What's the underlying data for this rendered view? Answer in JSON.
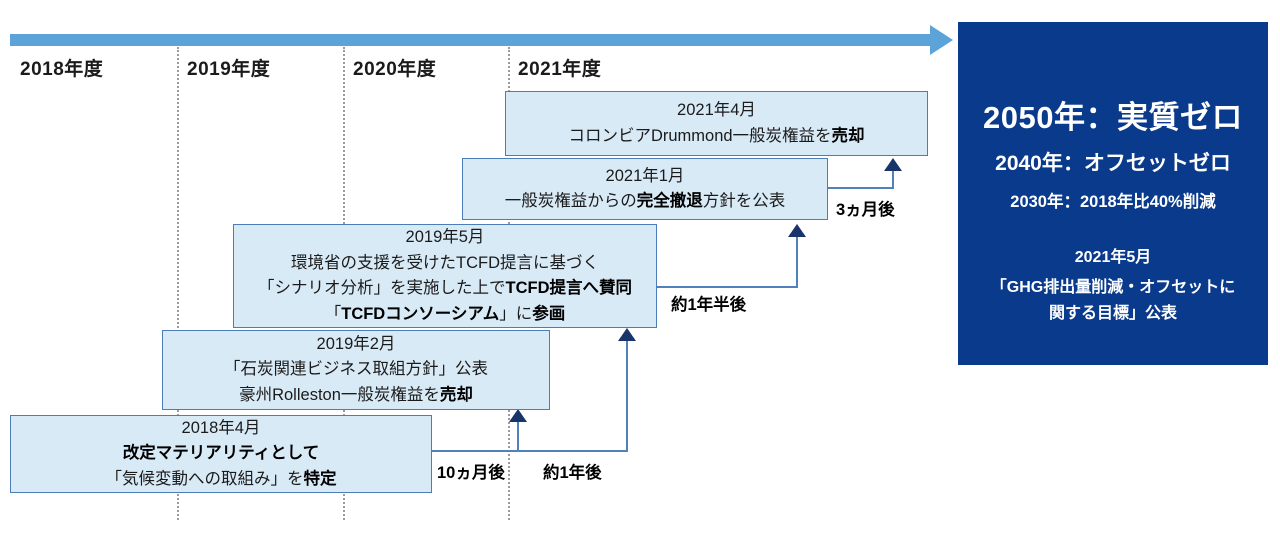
{
  "colors": {
    "axis_arrow": "#5ba3d9",
    "milestone_fill": "#d9eaf7",
    "milestone_border": "#4b7db8",
    "connector": "#4f81bd",
    "arrowhead": "#17356b",
    "goal_panel_bg": "#0a3a8c"
  },
  "timeline_axis": {
    "years": [
      "2018年度",
      "2019年度",
      "2020年度",
      "2021年度"
    ]
  },
  "milestones": [
    {
      "id": "2018-04",
      "lines": [
        [
          {
            "t": "2018年4月"
          }
        ],
        [
          {
            "t": "改定マテリアリティとして",
            "b": true
          }
        ],
        [
          {
            "t": "「気候変動への取組み」を"
          },
          {
            "t": "特定",
            "b": true
          }
        ]
      ]
    },
    {
      "id": "2019-02",
      "lines": [
        [
          {
            "t": "2019年2月"
          }
        ],
        [
          {
            "t": "「石炭関連ビジネス取組方針」公表"
          }
        ],
        [
          {
            "t": "豪州Rolleston一般炭権益を"
          },
          {
            "t": "売却",
            "b": true
          }
        ]
      ]
    },
    {
      "id": "2019-05",
      "lines": [
        [
          {
            "t": "2019年5月"
          }
        ],
        [
          {
            "t": "環境省の支援を受けたTCFD提言に基づく"
          }
        ],
        [
          {
            "t": "「シナリオ分析」を実施した上で"
          },
          {
            "t": "TCFD提言へ賛同",
            "b": true
          }
        ],
        [
          {
            "t": "「"
          },
          {
            "t": "TCFDコンソーシアム",
            "b": true
          },
          {
            "t": "」に"
          },
          {
            "t": "参画",
            "b": true
          }
        ]
      ]
    },
    {
      "id": "2021-01",
      "lines": [
        [
          {
            "t": "2021年1月"
          }
        ],
        [
          {
            "t": "一般炭権益からの"
          },
          {
            "t": "完全撤退",
            "b": true
          },
          {
            "t": "方針を公表"
          }
        ]
      ]
    },
    {
      "id": "2021-04",
      "lines": [
        [
          {
            "t": "2021年4月"
          }
        ],
        [
          {
            "t": "コロンビアDrummond一般炭権益を"
          },
          {
            "t": "売却",
            "b": true
          }
        ]
      ]
    }
  ],
  "durations": {
    "d1": "10ヵ月後",
    "d2": "約1年後",
    "d3": "約1年半後",
    "d4": "3ヵ月後"
  },
  "goal_panel": {
    "headline": "2050年：実質ゼロ",
    "sub1": "2040年：オフセットゼロ",
    "sub2": "2030年：2018年比40%削減",
    "announce_date": "2021年5月",
    "announce_line1": "「GHG排出量削減・オフセットに",
    "announce_line2": "関する目標」公表"
  }
}
